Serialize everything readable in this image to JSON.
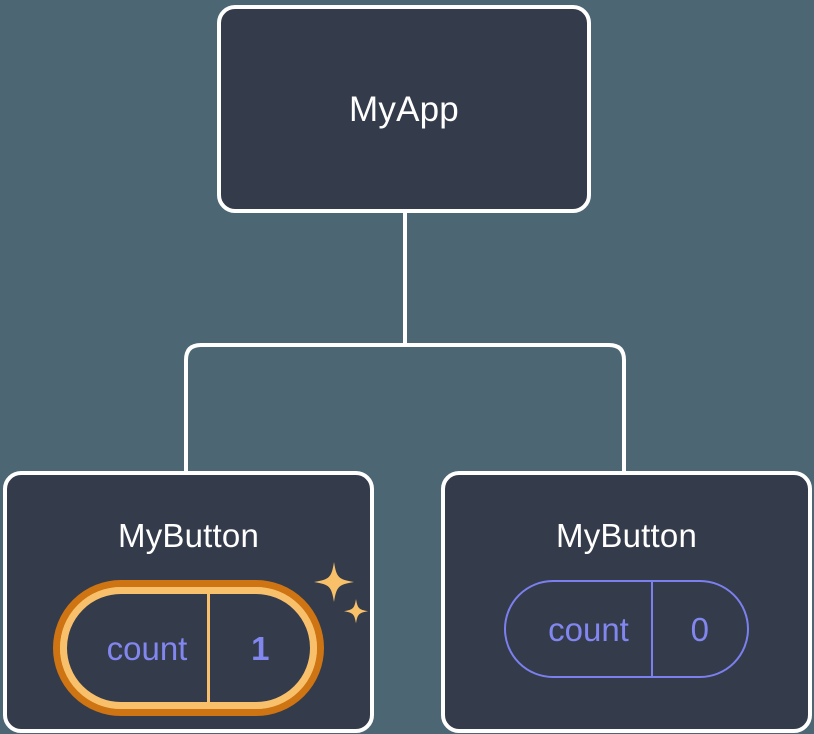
{
  "diagram": {
    "type": "component-tree",
    "background_color": "#4c6673",
    "node_fill_color": "#343b4a",
    "node_border_color": "#ffffff",
    "connector_color": "#ffffff",
    "accent_colors": {
      "state_text": "#8287f0",
      "state_border": "#7b80ee",
      "highlight_outer": "#ce7413",
      "highlight_inner": "#f8c06a",
      "sparkle": "#f9c06a"
    },
    "root": {
      "title": "MyApp"
    },
    "children": [
      {
        "title": "MyButton",
        "state": {
          "key": "count",
          "value": "1"
        },
        "highlighted": true,
        "sparkles": true
      },
      {
        "title": "MyButton",
        "state": {
          "key": "count",
          "value": "0"
        },
        "highlighted": false,
        "sparkles": false
      }
    ]
  }
}
